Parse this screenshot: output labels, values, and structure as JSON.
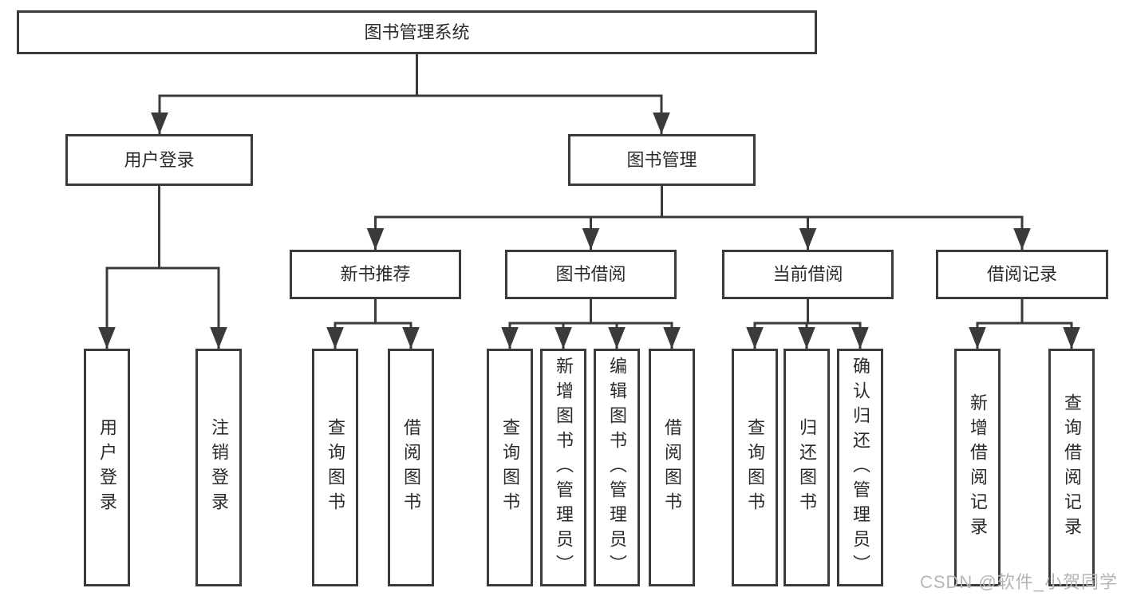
{
  "tree": {
    "label": "图书管理系统",
    "children": [
      {
        "label": "用户登录",
        "children": [
          {
            "label": "用户登录"
          },
          {
            "label": "注销登录"
          }
        ]
      },
      {
        "label": "图书管理",
        "children": [
          {
            "label": "新书推荐",
            "children": [
              {
                "label": "查询图书"
              },
              {
                "label": "借阅图书"
              }
            ]
          },
          {
            "label": "图书借阅",
            "children": [
              {
                "label": "查询图书"
              },
              {
                "label": "新增图书（管理员）"
              },
              {
                "label": "编辑图书（管理员）"
              },
              {
                "label": "借阅图书"
              }
            ]
          },
          {
            "label": "当前借阅",
            "children": [
              {
                "label": "查询图书"
              },
              {
                "label": "归还图书"
              },
              {
                "label": "确认归还（管理员）"
              }
            ]
          },
          {
            "label": "借阅记录",
            "children": [
              {
                "label": "新增借阅记录"
              },
              {
                "label": "查询借阅记录"
              }
            ]
          }
        ]
      }
    ]
  },
  "watermark": "CSDN @软件_小贺同学",
  "colors": {
    "line": "#3a3a3a",
    "text": "#2b2b2b",
    "watermark": "#b5b5b5",
    "background": "#ffffff"
  }
}
